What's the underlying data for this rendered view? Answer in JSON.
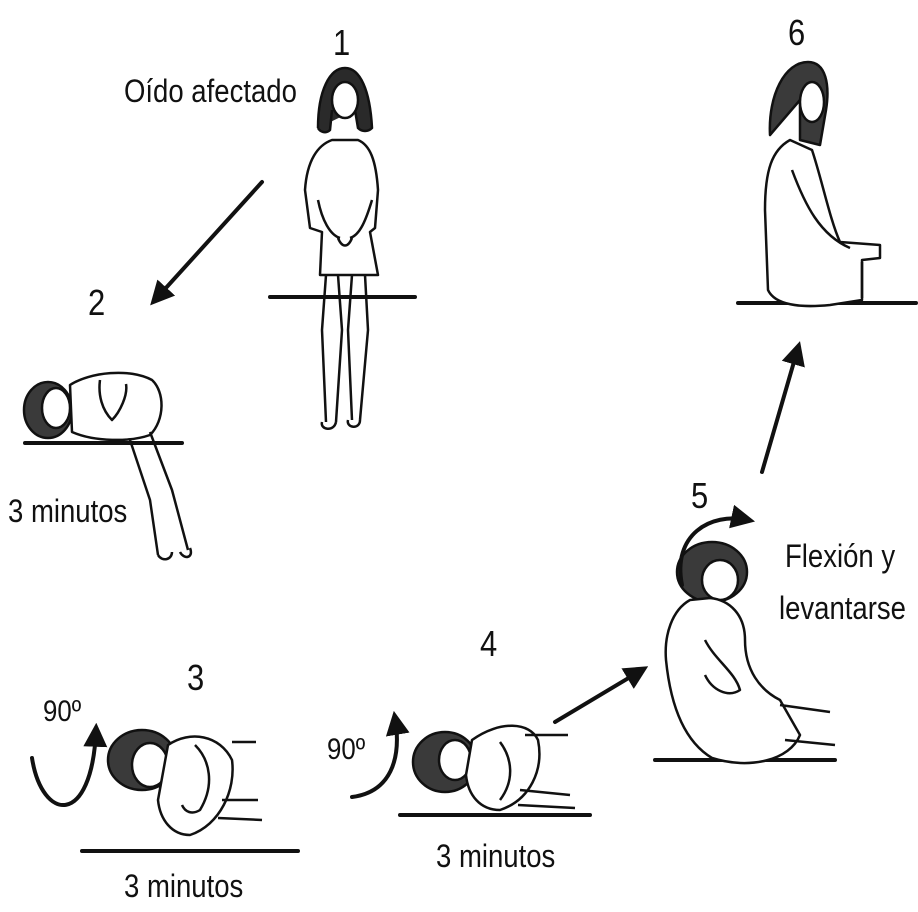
{
  "steps": [
    {
      "number": "1",
      "label": "Oído afectado"
    },
    {
      "number": "2",
      "label": "3 minutos"
    },
    {
      "number": "3",
      "label": "3 minutos",
      "angle": "90º"
    },
    {
      "number": "4",
      "label": "3 minutos",
      "angle": "90º"
    },
    {
      "number": "5",
      "label_line1": "Flexión y",
      "label_line2": "levantarse"
    },
    {
      "number": "6"
    }
  ],
  "colors": {
    "ink": "#111111",
    "background": "#ffffff"
  },
  "icons": [
    "arrow-icon",
    "rotation-arrow-icon",
    "person-figure"
  ]
}
